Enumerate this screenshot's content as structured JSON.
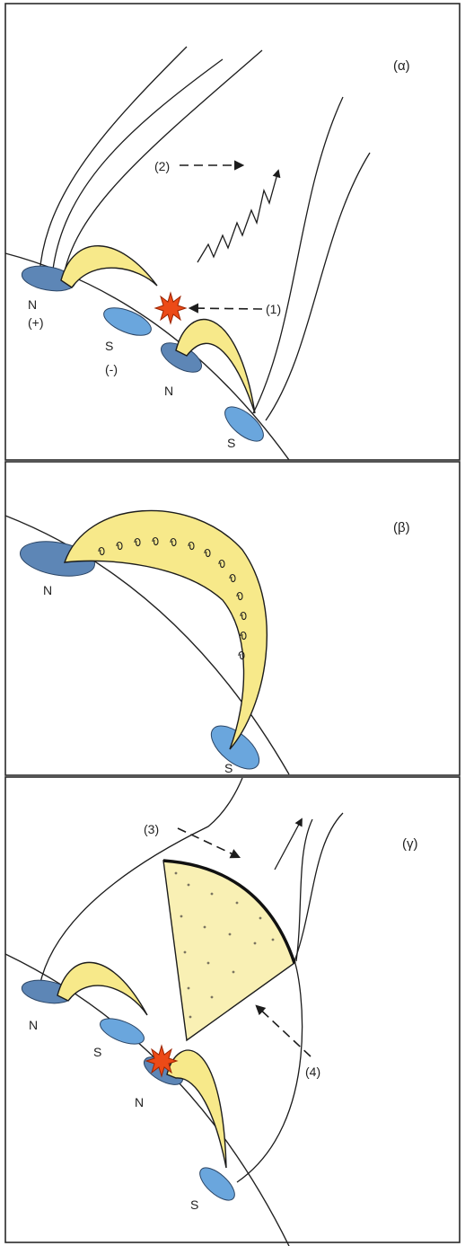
{
  "panels": [
    {
      "label": "(α)",
      "markers": [
        "(1)",
        "(2)"
      ],
      "spot_labels": [
        "N",
        "(+)",
        "S",
        "(-)",
        "N",
        "S"
      ]
    },
    {
      "label": "(β)",
      "spot_labels": [
        "N",
        "S"
      ]
    },
    {
      "label": "(γ)",
      "markers": [
        "(3)",
        "(4)"
      ],
      "spot_labels": [
        "N",
        "S",
        "N",
        "S"
      ]
    }
  ],
  "colors": {
    "loop": "#f7e98a",
    "sunspot_dark": "#5d86b6",
    "sunspot_light": "#6aa6dd",
    "flare": "#ec4a17",
    "cme": "#f9f0b4"
  }
}
